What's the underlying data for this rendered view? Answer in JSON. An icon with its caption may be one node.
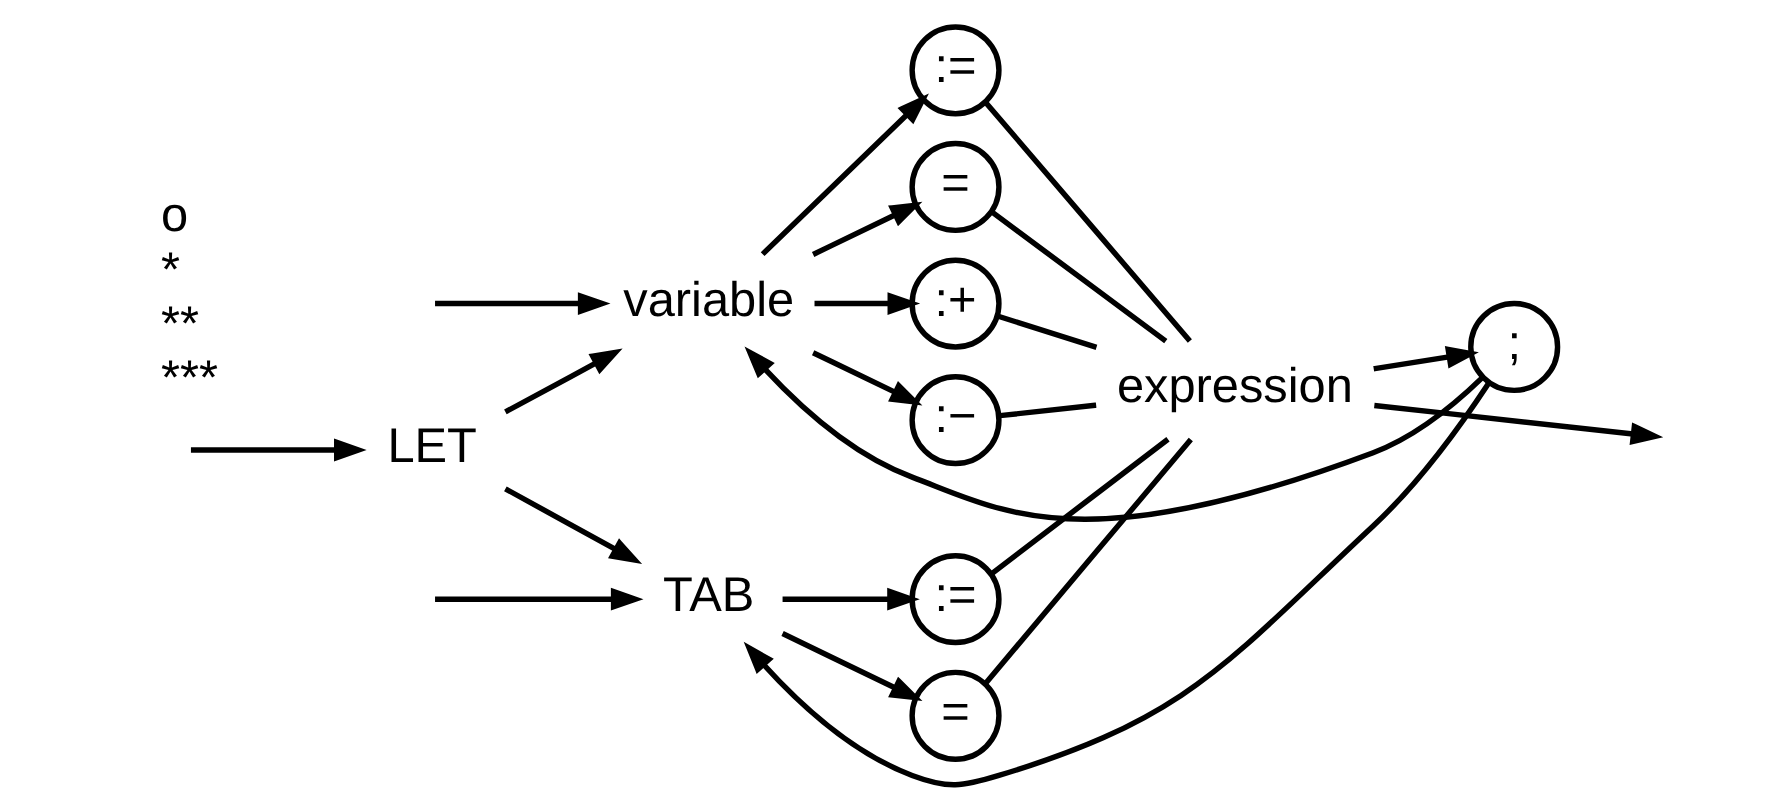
{
  "diagram": {
    "nodes": [
      {
        "text": [
          "LET"
        ]
      },
      {
        "text": [
          "TAB"
        ]
      },
      {
        "text": [
          "variable"
        ]
      },
      {
        "text": [
          ":="
        ]
      },
      {
        "text": [
          "="
        ]
      },
      {
        "text": [
          ":="
        ]
      },
      {
        "text": [
          "="
        ]
      },
      {
        "text": [
          ":+"
        ]
      },
      {
        "text": [
          ":−"
        ]
      },
      {
        "text": [
          "expression"
        ]
      },
      {
        "text": [
          ";"
        ]
      }
    ],
    "edges": [
      {
        "from": null,
        "to": 0,
        "arrow": "to"
      },
      {
        "from": 0,
        "to": 1,
        "arrow": "to"
      },
      {
        "from": 0,
        "to": 2,
        "arrow": "to"
      },
      {
        "from": null,
        "to": 1,
        "arrow": "to"
      },
      {
        "from": null,
        "to": 2,
        "arrow": "to"
      },
      {
        "from": 1,
        "to": 3,
        "arrow": "to"
      },
      {
        "from": 1,
        "to": 4,
        "arrow": "to"
      },
      {
        "from": 2,
        "to": 5,
        "arrow": "to"
      },
      {
        "from": 2,
        "to": 6,
        "arrow": "to"
      },
      {
        "from": 2,
        "to": 7,
        "arrow": "to"
      },
      {
        "from": 2,
        "to": 8,
        "arrow": "to"
      },
      {
        "from": 3,
        "to": 9,
        "arrow": "none"
      },
      {
        "from": 4,
        "to": 9,
        "arrow": "none"
      },
      {
        "from": 5,
        "to": 9,
        "arrow": "none"
      },
      {
        "from": 6,
        "to": 9,
        "arrow": "none"
      },
      {
        "from": 7,
        "to": 9,
        "arrow": "none"
      },
      {
        "from": 8,
        "to": 9,
        "arrow": "none"
      },
      {
        "from": 9,
        "to": null,
        "arrow": "to"
      },
      {
        "from": 9,
        "to": 10,
        "arrow": "to"
      },
      {
        "from": 10,
        "to": 1,
        "arrow": "to"
      },
      {
        "from": 10,
        "to": 2,
        "arrow": "to"
      }
    ],
    "labels": [
      "o",
      "*",
      "**",
      "***"
    ]
  }
}
